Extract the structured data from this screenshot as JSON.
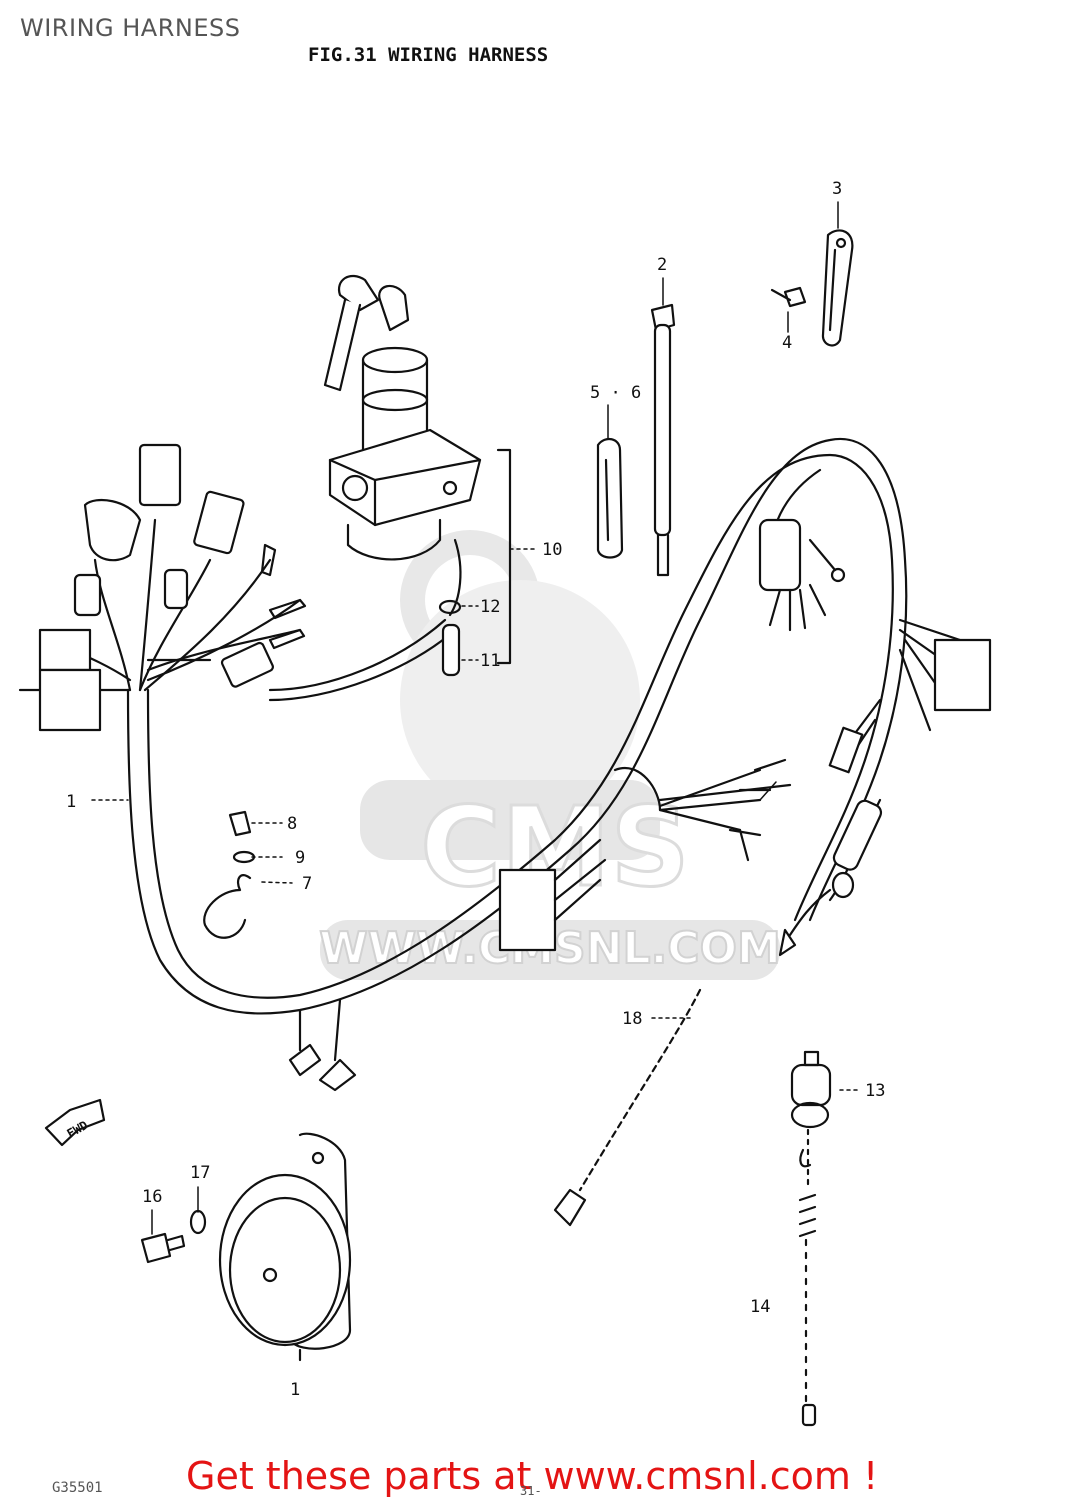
{
  "page": {
    "title": "WIRING HARNESS"
  },
  "figure": {
    "title": "FIG.31  WIRING HARNESS",
    "fwd_arrow": "FWD",
    "watermark_url": "WWW.CMSNL.COM",
    "watermark_logo": "CMS",
    "drawing_code": "G35501",
    "page_number": "31-",
    "callouts": [
      "1",
      "1",
      "2",
      "3",
      "4",
      "5 · 6",
      "7",
      "8",
      "9",
      "10",
      "11",
      "12",
      "13",
      "14",
      "16",
      "17",
      "18"
    ]
  },
  "footer": {
    "link_text": "Get these parts at www.cmsnl.com !"
  },
  "colors": {
    "line": "#111111",
    "watermark": "#e6e6e6",
    "footer_link": "#e41414",
    "title": "#555555"
  }
}
